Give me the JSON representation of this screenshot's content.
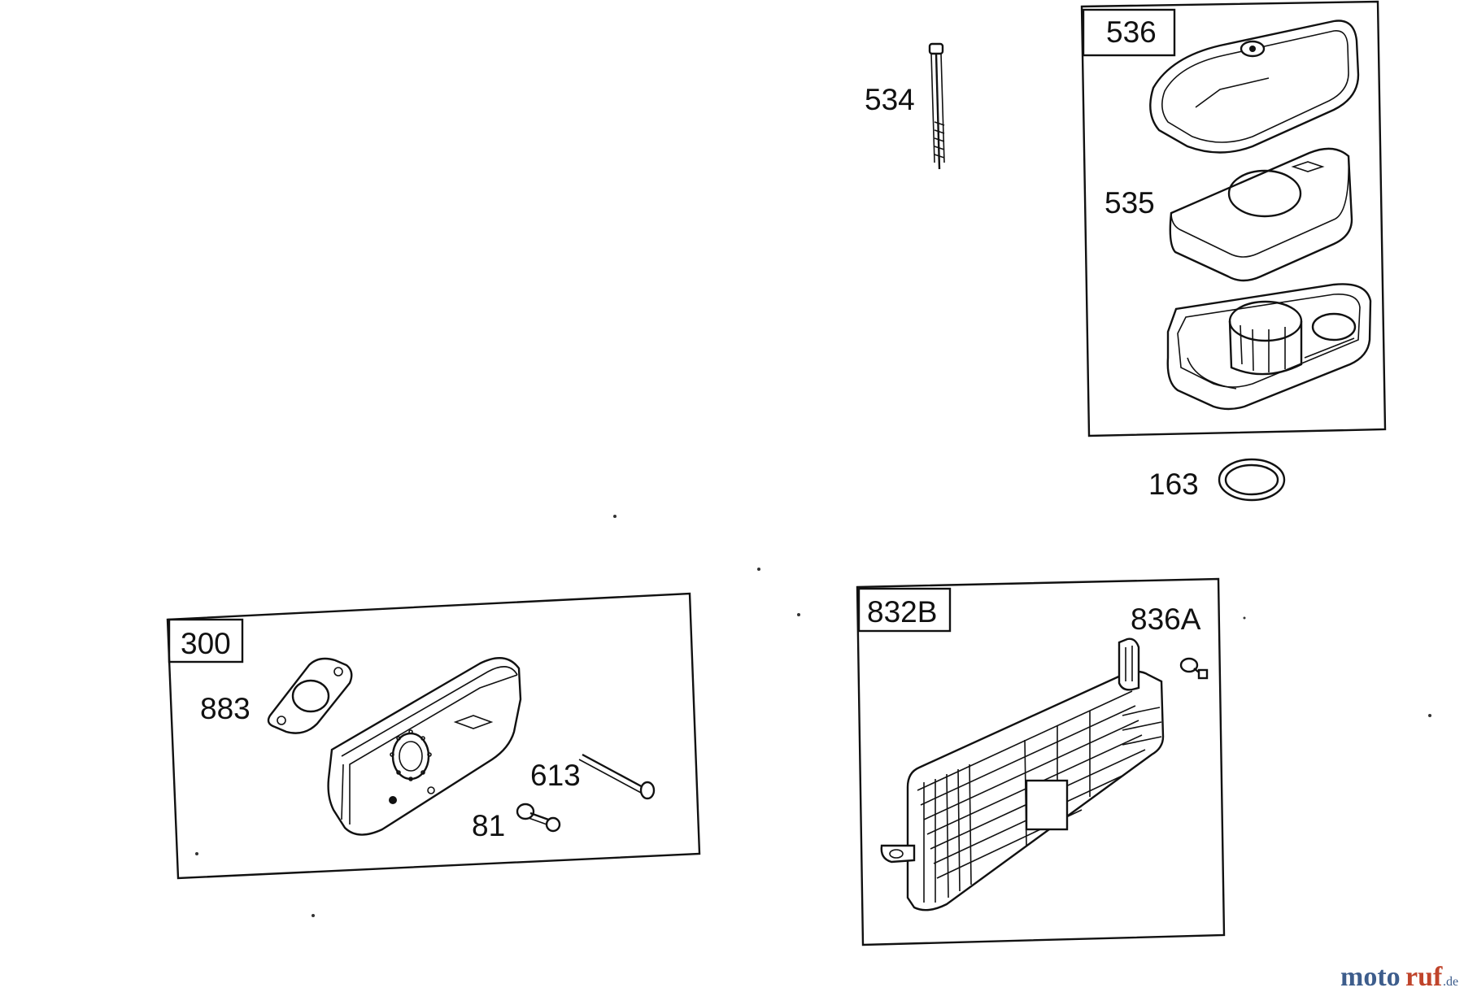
{
  "parts": {
    "p534": "534",
    "p536": "536",
    "p535": "535",
    "p163": "163",
    "p300": "300",
    "p883": "883",
    "p613": "613",
    "p81": "81",
    "p832b": "832B",
    "p836a": "836A"
  },
  "watermark": {
    "part1": "moto",
    "part2": "ruf",
    "suffix": ".de"
  }
}
